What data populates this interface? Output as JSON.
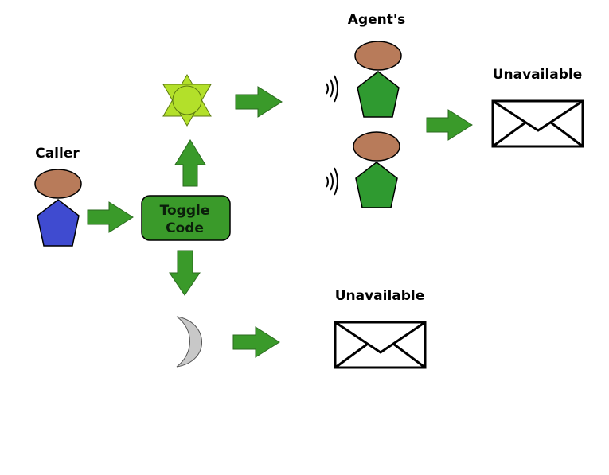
{
  "labels": {
    "caller": "Caller",
    "agents": "Agent's",
    "unavailable_top": "Unavailable",
    "unavailable_bottom": "Unavailable",
    "toggle_line1": "Toggle",
    "toggle_line2": "Code"
  },
  "colors": {
    "arrow": "#3a9a2a",
    "arrow_stroke": "#2a6a1e",
    "toggle_box": "#3a9a2a",
    "caller_body": "#3f4bd0",
    "agent_body": "#2f9a30",
    "head": "#b87b5a",
    "sun": "#b3e02a",
    "moon": "#c8c8c8"
  },
  "icons": {
    "day": "sun-icon",
    "night": "moon-icon",
    "voicemail": "envelope-icon",
    "ringing": "sound-waves-icon"
  }
}
